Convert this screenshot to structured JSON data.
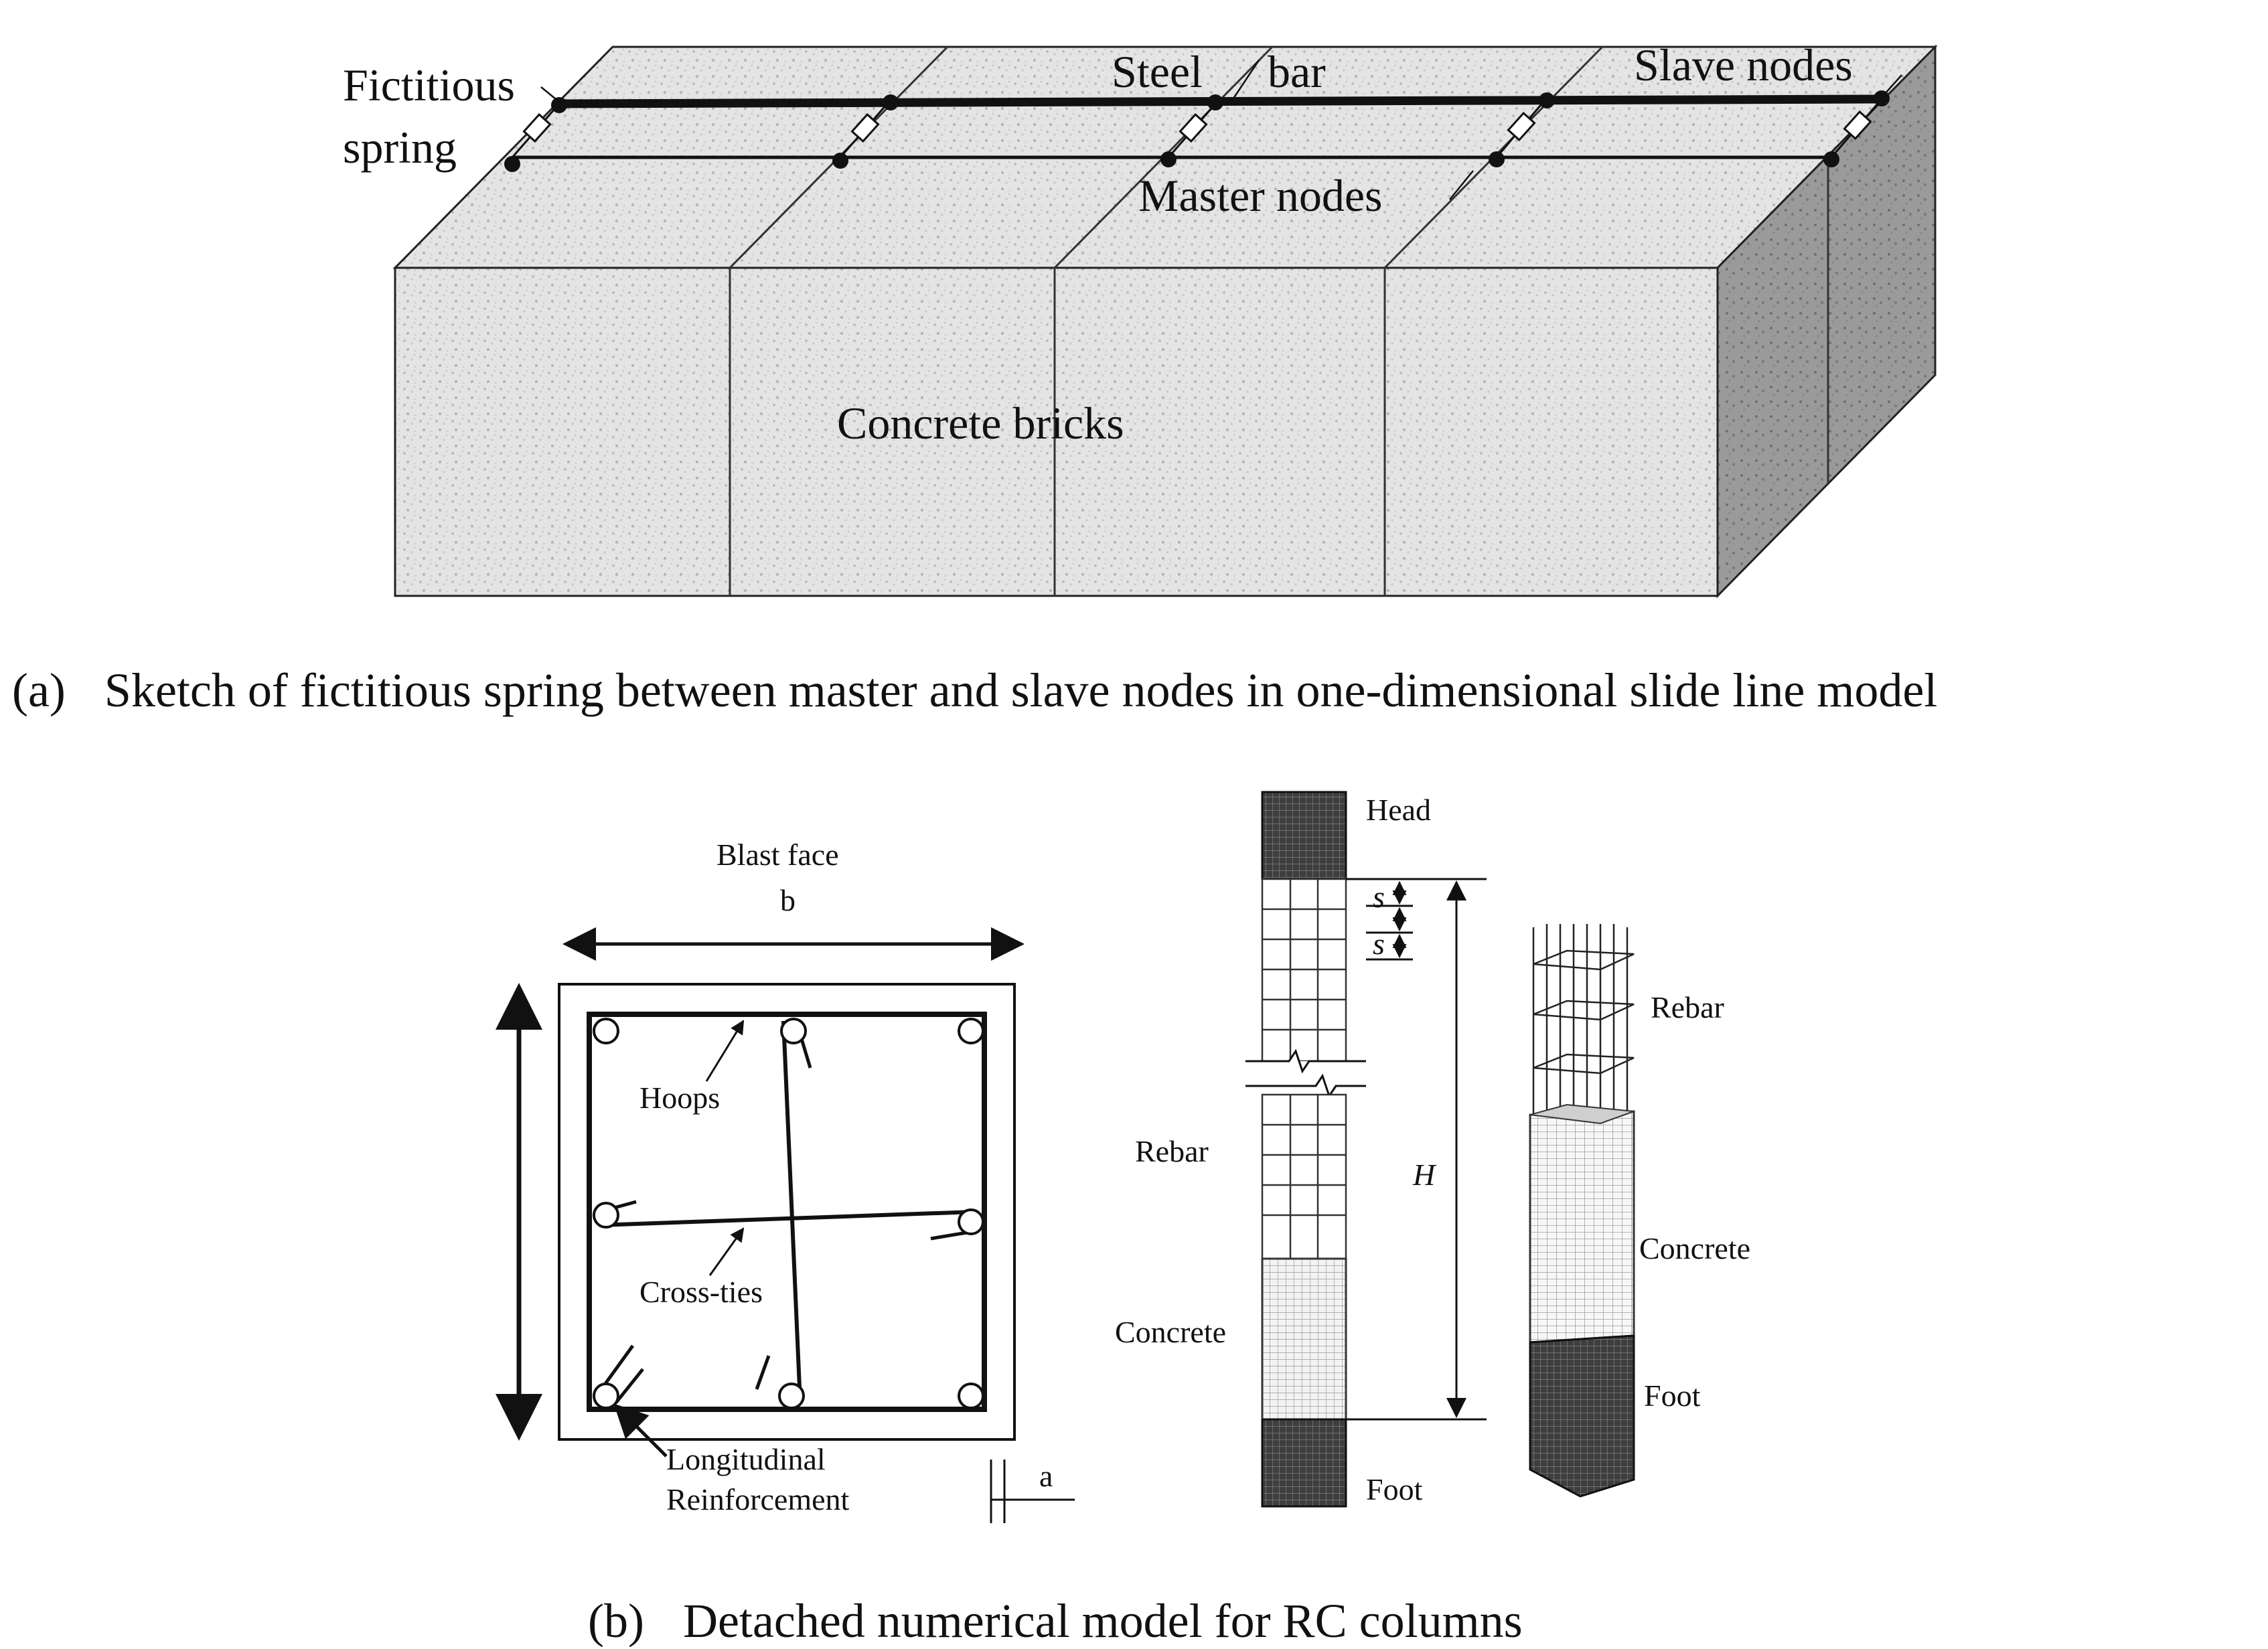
{
  "panel_a": {
    "labels": {
      "fictitious": "Fictitious",
      "spring": "spring",
      "steel": "Steel",
      "bar": "bar",
      "slave_nodes": "Slave nodes",
      "master_nodes": "Master nodes",
      "concrete_bricks": "Concrete bricks"
    },
    "caption_letter": "(a)",
    "caption_text": "Sketch of fictitious spring between master and slave nodes in one-dimensional slide line model"
  },
  "panel_b": {
    "section": {
      "blast_face": "Blast face",
      "b": "b",
      "hoops": "Hoops",
      "cross_ties": "Cross-ties",
      "longitudinal": "Longitudinal",
      "reinforcement": "Reinforcement",
      "a": "a"
    },
    "column": {
      "head": "Head",
      "s1": "s",
      "s2": "s",
      "rebar": "Rebar",
      "H": "H",
      "concrete": "Concrete",
      "foot": "Foot"
    },
    "model3d": {
      "rebar": "Rebar",
      "concrete": "Concrete",
      "foot": "Foot"
    },
    "caption_letter": "(b)",
    "caption_text": "Detached numerical model for RC columns"
  },
  "colors": {
    "concrete_texture": "#d9d9d9",
    "side_face": "#8c8c8c",
    "dark_mesh": "#555555",
    "line": "#111111"
  }
}
